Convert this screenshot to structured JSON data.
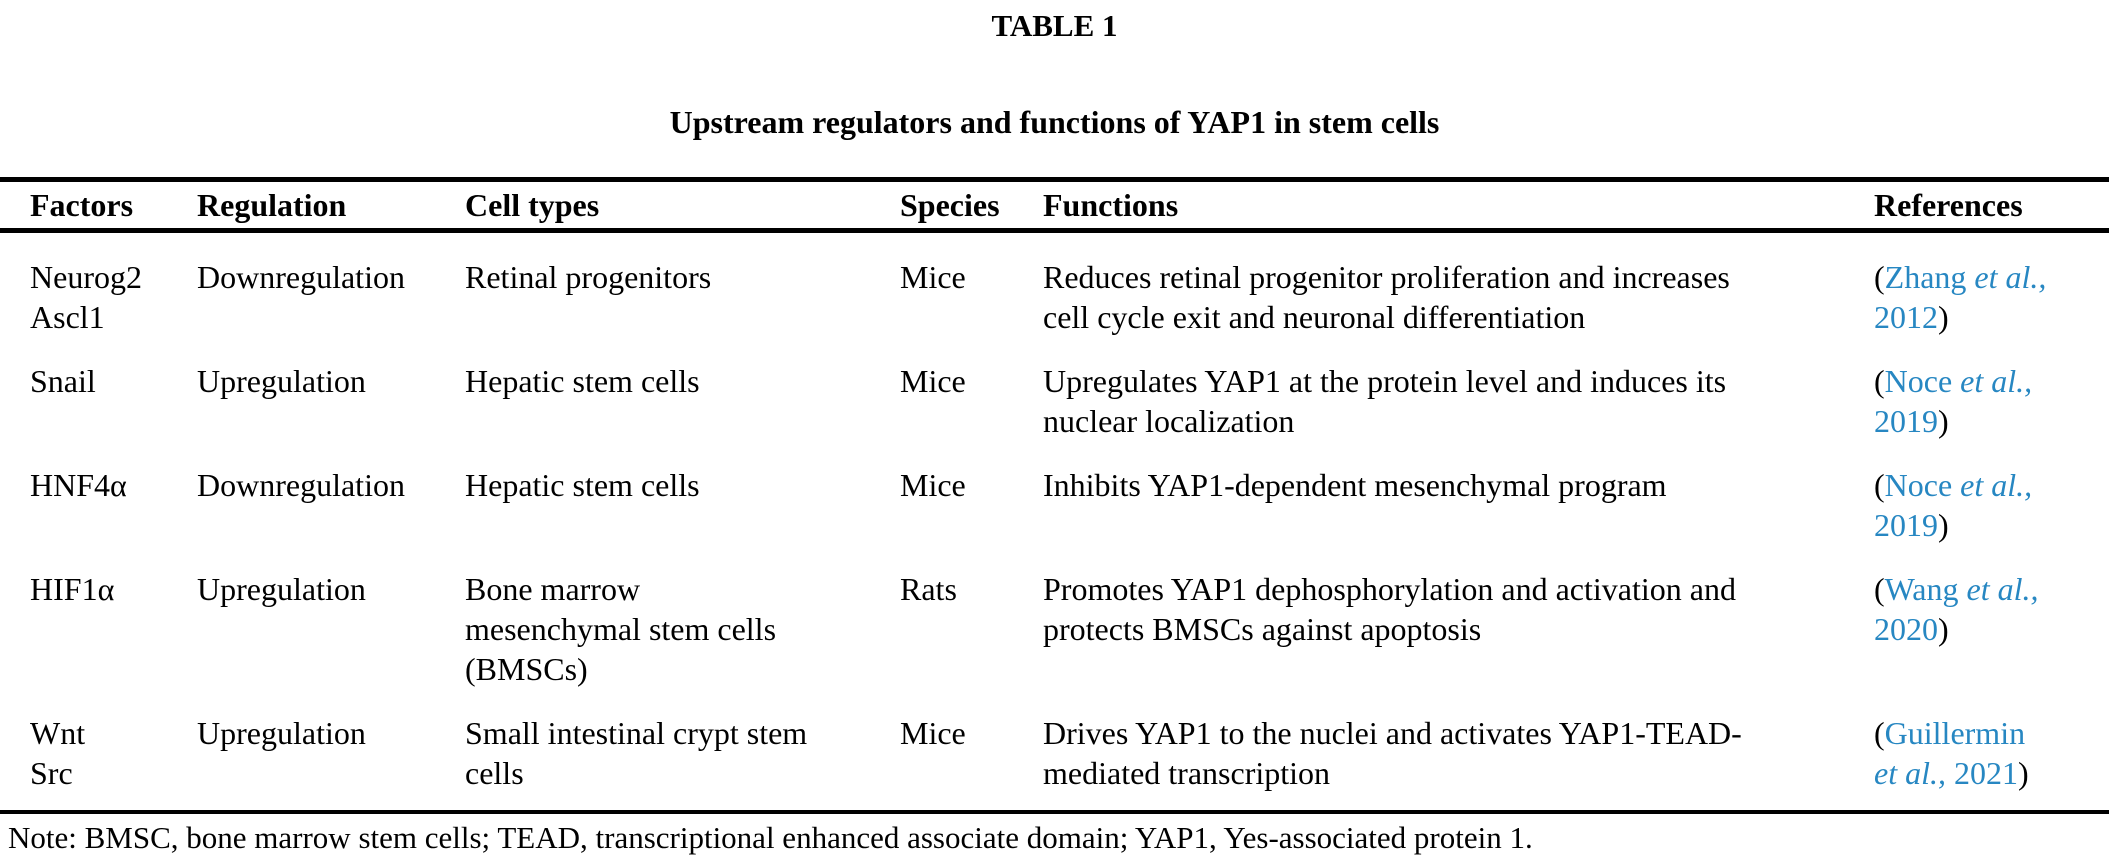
{
  "colors": {
    "link_blue": "#2787c2",
    "text": "#000000",
    "background": "#ffffff"
  },
  "table": {
    "label": "TABLE 1",
    "title": "Upstream regulators and functions of YAP1 in stem cells",
    "columns": [
      "Factors",
      "Regulation",
      "Cell types",
      "Species",
      "Functions",
      "References"
    ],
    "rows": [
      {
        "factors": "Neurog2\nAscl1",
        "regulation": "Downregulation",
        "cell_types": "Retinal progenitors",
        "species": "Mice",
        "functions": "Reduces retinal progenitor proliferation and increases\ncell cycle exit and neuronal differentiation",
        "reference": {
          "open": "(",
          "line1_author": "Zhang ",
          "line1_etal": "et al.,",
          "line2_etal": "",
          "line2_year": "2012",
          "close": ")"
        }
      },
      {
        "factors": "Snail",
        "regulation": "Upregulation",
        "cell_types": "Hepatic stem cells",
        "species": "Mice",
        "functions": "Upregulates YAP1 at the protein level and induces its\nnuclear localization",
        "reference": {
          "open": "(",
          "line1_author": "Noce ",
          "line1_etal": "et al.,",
          "line2_etal": "",
          "line2_year": "2019",
          "close": ")"
        }
      },
      {
        "factors": "HNF4α",
        "regulation": "Downregulation",
        "cell_types": "Hepatic stem cells",
        "species": "Mice",
        "functions": "Inhibits YAP1-dependent mesenchymal program",
        "reference": {
          "open": "(",
          "line1_author": "Noce ",
          "line1_etal": "et al.,",
          "line2_etal": "",
          "line2_year": "2019",
          "close": ")"
        }
      },
      {
        "factors": "HIF1α",
        "regulation": "Upregulation",
        "cell_types": "Bone marrow\nmesenchymal stem cells\n(BMSCs)",
        "species": "Rats",
        "functions": "Promotes YAP1 dephosphorylation and activation and\nprotects BMSCs against apoptosis",
        "reference": {
          "open": "(",
          "line1_author": "Wang ",
          "line1_etal": "et al.,",
          "line2_etal": "",
          "line2_year": "2020",
          "close": ")"
        }
      },
      {
        "factors": "Wnt\nSrc",
        "regulation": "Upregulation",
        "cell_types": "Small intestinal crypt stem\ncells",
        "species": "Mice",
        "functions": "Drives YAP1 to the nuclei and activates YAP1-TEAD-\nmediated transcription",
        "reference": {
          "open": "(",
          "line1_author": "Guillermin",
          "line1_etal": "",
          "line2_etal": "et al.,",
          "line2_year": " 2021",
          "close": ")"
        }
      }
    ],
    "note": "Note: BMSC, bone marrow stem cells; TEAD, transcriptional enhanced associate domain; YAP1, Yes-associated protein 1."
  }
}
